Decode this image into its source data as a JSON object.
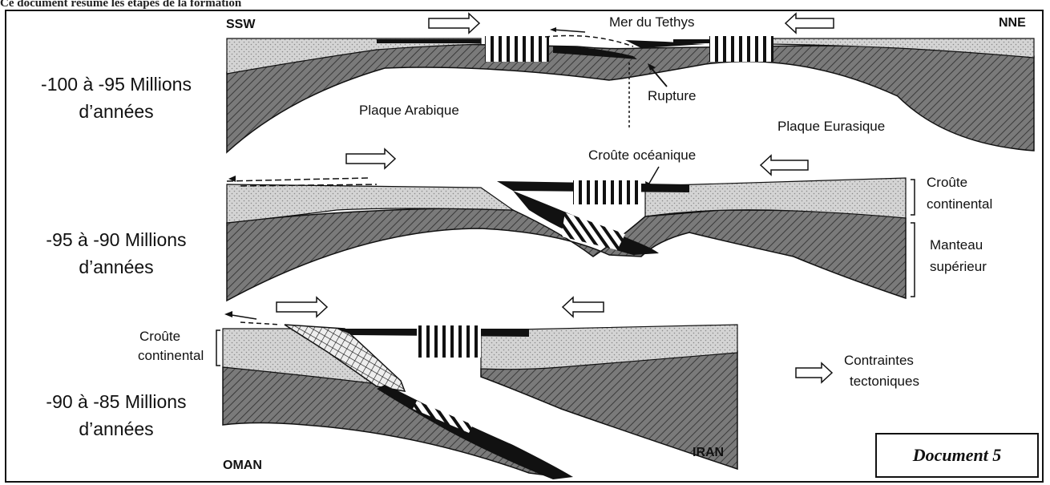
{
  "top_caption": "Ce document résume les étapes de la formation",
  "stages": [
    {
      "line1": "-100 à -95 Millions",
      "line2": "d’années"
    },
    {
      "line1": "-95 à -90 Millions",
      "line2": "d’années"
    },
    {
      "line1": "-90 à -85 Millions",
      "line2": "d’années"
    }
  ],
  "labels": {
    "ssw": "SSW",
    "nne": "NNE",
    "tethys": "Mer du Tethys",
    "rupture": "Rupture",
    "arabian_plate": "Plaque Arabique",
    "eurasian_plate": "Plaque Eurasique",
    "oceanic_crust": "Croûte océanique",
    "continental_crust_right_1": "Croûte",
    "continental_crust_right_2": "continental",
    "upper_mantle_1": "Manteau",
    "upper_mantle_2": "supérieur",
    "continental_crust_left_1": "Croûte",
    "continental_crust_left_2": "continental",
    "oman": "OMAN",
    "iran": "IRAN",
    "legend_1": "Contraintes",
    "legend_2": "tectoniques"
  },
  "document_title": "Document 5",
  "colors": {
    "crust": "#d2d2d2",
    "mantle": "#6e6e6e",
    "ocean_crust": "#111111",
    "line": "#111111"
  }
}
